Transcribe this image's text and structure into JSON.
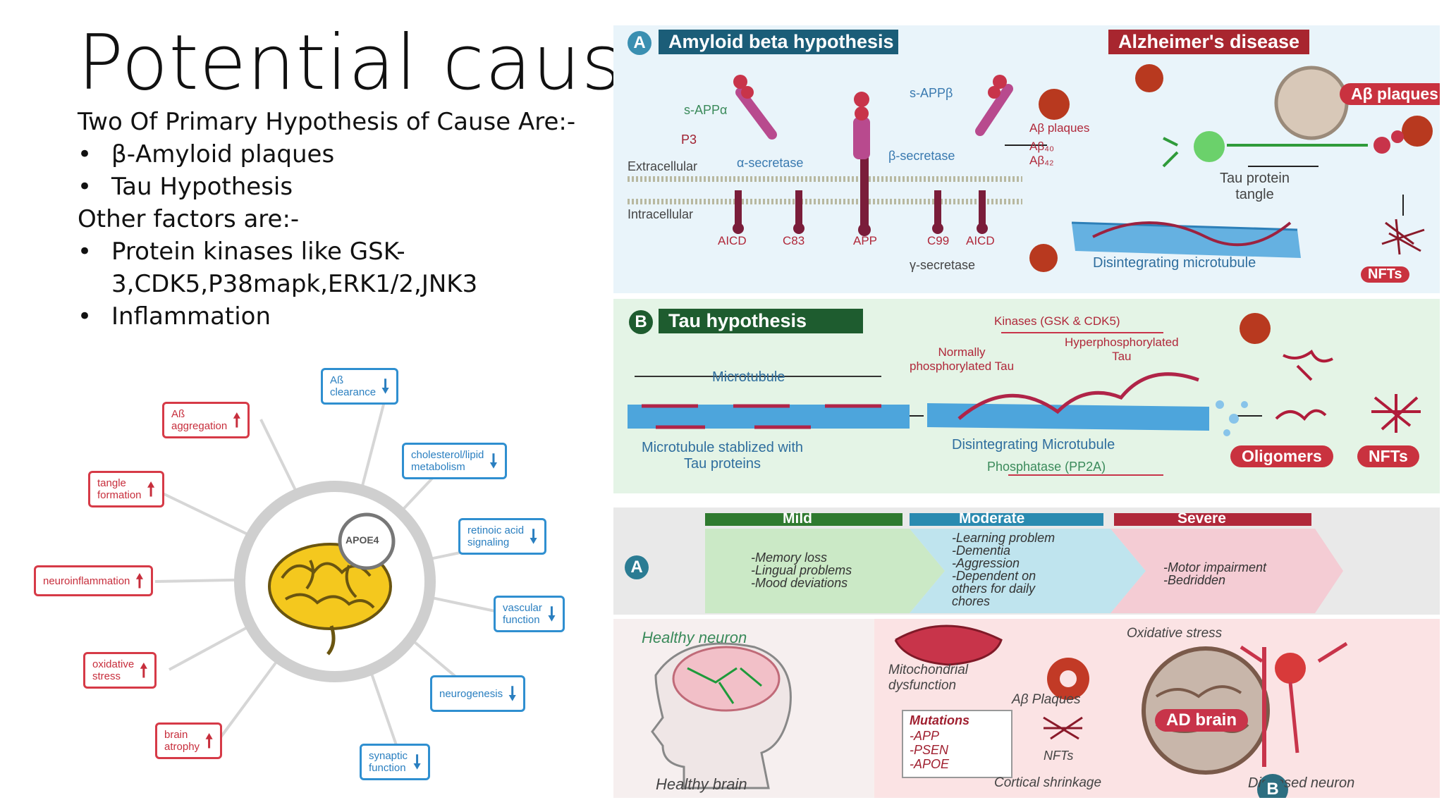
{
  "slide": {
    "title": "Potential cause",
    "intro": "Two Of Primary Hypothesis of Cause Are:-",
    "primary": [
      "β-Amyloid plaques",
      "Tau Hypothesis"
    ],
    "other_intro": "Other factors are:-",
    "other": [
      "Protein kinases like GSK-3,CDK5,P38mapk,ERK1/2,JNK3",
      "Inflammation"
    ],
    "bullet_char": "•"
  },
  "apoe_diagram": {
    "center_label": "APOE4",
    "factors": [
      {
        "label": "Aß\naggregation",
        "direction": "up"
      },
      {
        "label": "Aß\nclearance",
        "direction": "down"
      },
      {
        "label": "cholesterol/lipid\nmetabolism",
        "direction": "down"
      },
      {
        "label": "tangle\nformation",
        "direction": "up"
      },
      {
        "label": "retinoic acid\nsignaling",
        "direction": "down"
      },
      {
        "label": "neuroinflammation",
        "direction": "up"
      },
      {
        "label": "vascular\nfunction",
        "direction": "down"
      },
      {
        "label": "oxidative\nstress",
        "direction": "up"
      },
      {
        "label": "neurogenesis",
        "direction": "down"
      },
      {
        "label": "brain\natrophy",
        "direction": "up"
      },
      {
        "label": "synaptic\nfunction",
        "direction": "down"
      }
    ],
    "arrow_up": "🠕",
    "arrow_down": "🠗",
    "colors": {
      "up": "#d63a47",
      "down": "#2f8fd0",
      "brain": "#f4c81e"
    }
  },
  "amyloid_panel": {
    "letter": "A",
    "title": "Amyloid beta hypothesis",
    "disease_title": "Alzheimer's disease",
    "labels": {
      "sappa": "s-APPα",
      "p3": "P3",
      "extracellular": "Extracellular",
      "intracellular": "Intracellular",
      "alpha_sec": "α-secretase",
      "beta_sec": "β-secretase",
      "sappb": "s-APPβ",
      "ab_plaques": "Aβ plaques",
      "ab40": "Aβ₄₀",
      "ab42": "Aβ₄₂",
      "aicd1": "AICD",
      "c83": "C83",
      "app": "APP",
      "c99": "C99",
      "aicd2": "AICD",
      "gamma_sec": "γ-secretase",
      "tau_tangle": "Tau protein\ntangle",
      "disintegrating": "Disintegrating microtubule",
      "ab_pill": "Aβ plaques",
      "nfts": "NFTs"
    }
  },
  "tau_panel": {
    "letter": "B",
    "title": "Tau hypothesis",
    "labels": {
      "kinases": "Kinases (GSK & CDK5)",
      "hyper": "Hyperphosphorylated\nTau",
      "normal": "Normally\nphosphorylated Tau",
      "microtubule": "Microtubule",
      "stabilized": "Microtubule stablized with\nTau proteins",
      "disintegrating": "Disintegrating Microtubule",
      "phosphatase": "Phosphatase (PP2A)",
      "oligomers": "Oligomers",
      "nfts": "NFTs"
    }
  },
  "stages_panel": {
    "letter": "A",
    "stages": [
      {
        "name": "Mild",
        "items": "-Memory loss\n-Lingual problems\n-Mood deviations"
      },
      {
        "name": "Moderate",
        "items": "-Learning problem\n-Dementia\n-Aggression\n-Dependent on\nothers for daily\nchores"
      },
      {
        "name": "Severe",
        "items": "-Motor impairment\n-Bedridden"
      }
    ]
  },
  "brain_panel": {
    "letter": "B",
    "labels": {
      "healthy_neuron": "Healthy neuron",
      "healthy_brain": "Healthy brain",
      "mito": "Mitochondrial\ndysfunction",
      "ab_plaques": "Aβ Plaques",
      "oxidative": "Oxidative stress",
      "ad_brain": "AD brain",
      "mutations": "Mutations",
      "mutation_list": "-APP\n-PSEN\n-APOE",
      "nfts": "NFTs",
      "cortical": "Cortical shrinkage",
      "diseased": "Diseased neuron"
    }
  }
}
